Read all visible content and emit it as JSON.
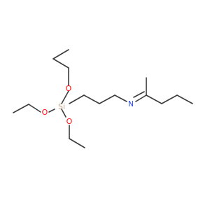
{
  "molecule": {
    "colors": {
      "bond": "#3b3b3b",
      "O": "#ff0d0d",
      "Si": "#bfa48c",
      "N": "#3050f8"
    },
    "atoms": {
      "si": "Si",
      "o_top": "O",
      "o_left": "O",
      "o_bottom": "O",
      "n": "N"
    }
  }
}
